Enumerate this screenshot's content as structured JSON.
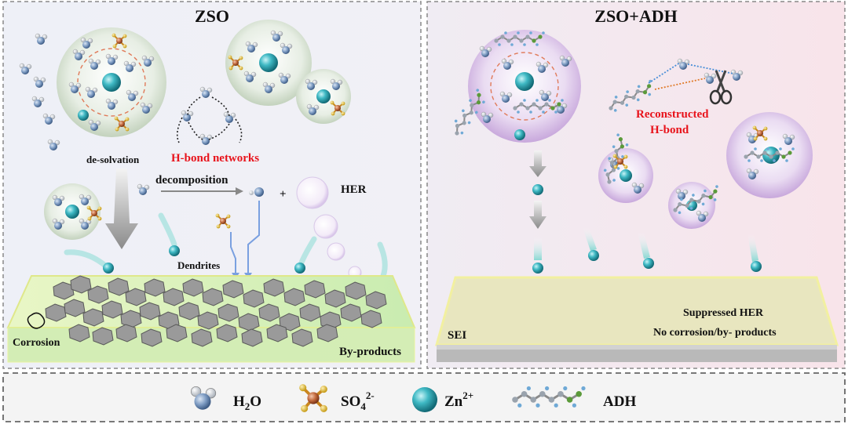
{
  "panels": {
    "left": {
      "title": "ZSO",
      "desolvation": "de-solvation",
      "hbond": "H-bond networks",
      "decomposition": "decomposition",
      "plus": "+",
      "her": "HER",
      "dendrites": "Dendrites",
      "corrosion": "Corrosion",
      "byproducts": "By-products"
    },
    "right": {
      "title": "ZSO+ADH",
      "reconstructed_line1": "Reconstructed",
      "reconstructed_line2": "H-bond",
      "sei": "SEI",
      "suppressed": "Suppressed HER",
      "nocorrosion": "No corrosion/by- products"
    }
  },
  "legend": {
    "h2o_base": "H",
    "h2o_sub": "2",
    "h2o_tail": "O",
    "so4_base": "SO",
    "so4_sub": "4",
    "so4_sup": "2-",
    "zn_base": "Zn",
    "zn_sup": "2+",
    "adh": "ADH"
  },
  "colors": {
    "highlight_red": "#e8131b",
    "zn_ion": "#3fb9c4",
    "left_bg": "#eef0f7",
    "right_bg": "#f5e6ee"
  }
}
